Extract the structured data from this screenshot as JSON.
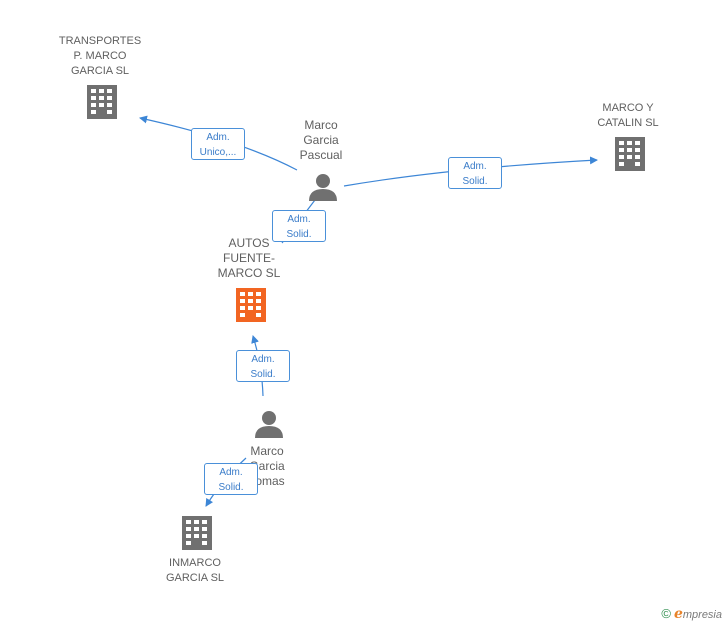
{
  "nodes": {
    "transportes": {
      "label": "TRANSPORTES\nP.  MARCO\nGARCIA SL",
      "type": "company"
    },
    "marco_catalin": {
      "label": "MARCO Y\nCATALIN SL",
      "type": "company"
    },
    "marco_garcia_pascual": {
      "label": "Marco\nGarcia\nPascual",
      "type": "person"
    },
    "autos_fuente": {
      "label": "AUTOS\nFUENTE-\nMARCO SL",
      "type": "company",
      "highlight": true
    },
    "marco_garcia_tomas": {
      "label": "Marco\nGarcia\nTomas",
      "type": "person"
    },
    "inmarco": {
      "label": "INMARCO\nGARCIA SL",
      "type": "company"
    }
  },
  "edges": {
    "e1": {
      "line1": "Adm.",
      "line2": "Unico,..."
    },
    "e2": {
      "line1": "Adm.",
      "line2": "Solid."
    },
    "e3": {
      "line1": "Adm.",
      "line2": "Solid."
    },
    "e4": {
      "line1": "Adm.",
      "line2": "Solid."
    },
    "e5": {
      "line1": "Adm.",
      "line2": "Solid."
    }
  },
  "colors": {
    "edge": "#3d86d6",
    "node": "#707070",
    "highlight": "#f26522"
  },
  "brand": {
    "copyright": "©",
    "e": "e",
    "rest": "mpresia"
  }
}
